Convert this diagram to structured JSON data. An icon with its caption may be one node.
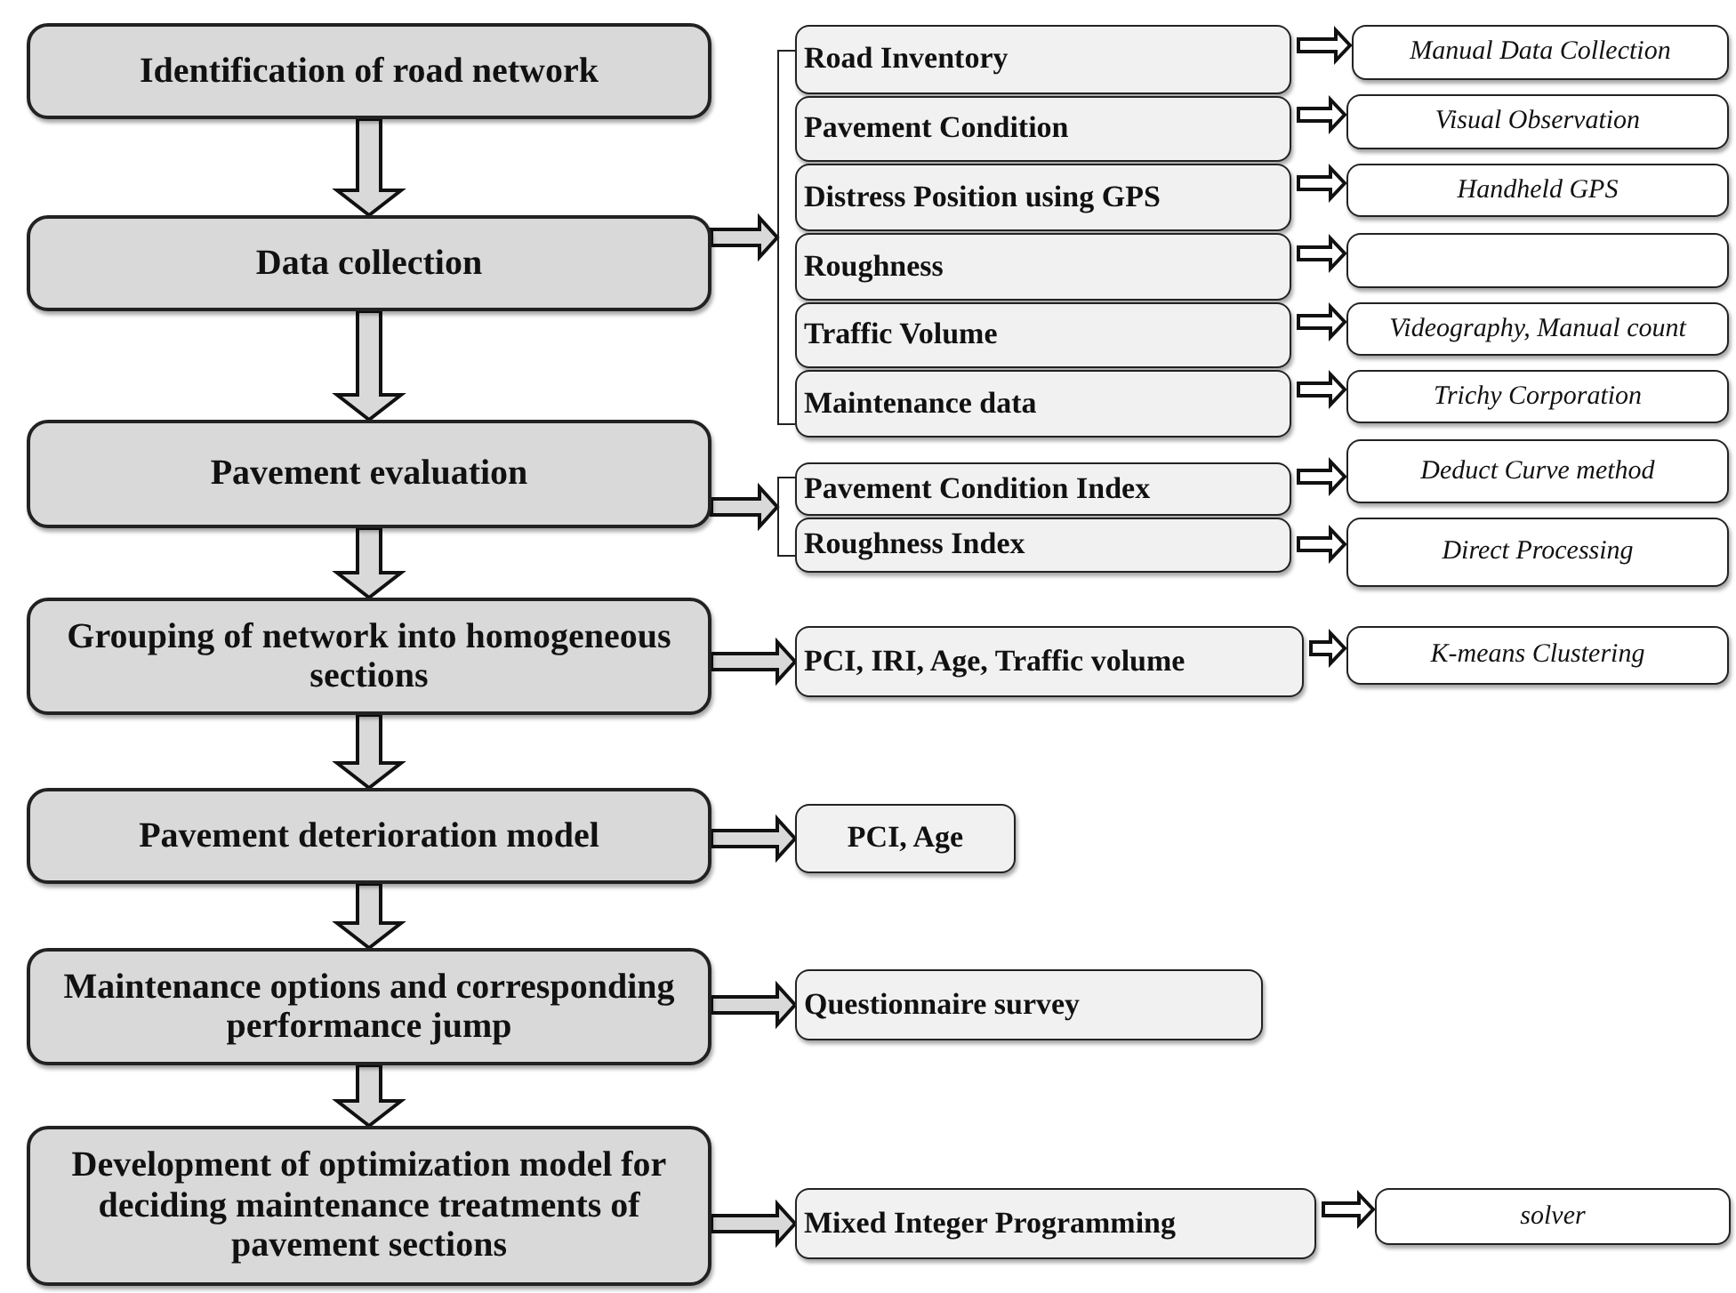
{
  "diagram": {
    "nodes": [
      {
        "text": [
          "Identification of road network"
        ]
      },
      {
        "text": [
          "Data collection"
        ]
      },
      {
        "text": [
          "Pavement evaluation"
        ]
      },
      {
        "text": [
          "Grouping of network into homogeneous sections"
        ]
      },
      {
        "text": [
          "Pavement deterioration model"
        ]
      },
      {
        "text": [
          "Maintenance options and corresponding performance jump"
        ]
      },
      {
        "text": [
          "Development of optimization model for deciding maintenance treatments of pavement sections"
        ]
      },
      {
        "text": [
          "Road Inventory"
        ]
      },
      {
        "text": [
          "Pavement Condition"
        ]
      },
      {
        "text": [
          "Distress Position using GPS"
        ]
      },
      {
        "text": [
          "Roughness"
        ]
      },
      {
        "text": [
          "Traffic Volume"
        ]
      },
      {
        "text": [
          "Maintenance data"
        ]
      },
      {
        "text": [
          "Manual Data Collection"
        ]
      },
      {
        "text": [
          "Visual Observation"
        ]
      },
      {
        "text": [
          "Handheld GPS"
        ]
      },
      {
        "text": [],
        "shape": "box"
      },
      {
        "text": [
          "Videography, Manual count"
        ]
      },
      {
        "text": [
          "Trichy Corporation"
        ]
      },
      {
        "text": [
          "Pavement Condition Index"
        ]
      },
      {
        "text": [
          "Roughness Index"
        ]
      },
      {
        "text": [
          "Deduct Curve method"
        ]
      },
      {
        "text": [
          "Direct Processing"
        ]
      },
      {
        "text": [
          "PCI, IRI, Age, Traffic volume"
        ]
      },
      {
        "text": [
          "K-means Clustering"
        ]
      },
      {
        "text": [
          "PCI, Age"
        ]
      },
      {
        "text": [
          "Questionnaire survey"
        ]
      },
      {
        "text": [
          "Mixed Integer Programming"
        ]
      },
      {
        "text": [
          "solver"
        ]
      },
      {
        "text": [],
        "shape": "bracket"
      },
      {
        "text": [],
        "shape": "bracket"
      }
    ],
    "edges": [
      {
        "from": 0,
        "to": 1,
        "arrow": "to"
      },
      {
        "from": 1,
        "to": 2,
        "arrow": "to"
      },
      {
        "from": 2,
        "to": 3,
        "arrow": "to"
      },
      {
        "from": 3,
        "to": 4,
        "arrow": "to"
      },
      {
        "from": 4,
        "to": 5,
        "arrow": "to"
      },
      {
        "from": 5,
        "to": 6,
        "arrow": "to"
      },
      {
        "from": 1,
        "to": 29,
        "arrow": "to"
      },
      {
        "from": 2,
        "to": 30,
        "arrow": "to"
      },
      {
        "from": 3,
        "to": 23,
        "arrow": "to"
      },
      {
        "from": 4,
        "to": 25,
        "arrow": "to"
      },
      {
        "from": 5,
        "to": 26,
        "arrow": "to"
      },
      {
        "from": 6,
        "to": 27,
        "arrow": "to"
      },
      {
        "from": 7,
        "to": 13,
        "arrow": "to"
      },
      {
        "from": 8,
        "to": 14,
        "arrow": "to"
      },
      {
        "from": 9,
        "to": 15,
        "arrow": "to"
      },
      {
        "from": 10,
        "to": 16,
        "arrow": "to"
      },
      {
        "from": 11,
        "to": 17,
        "arrow": "to"
      },
      {
        "from": 12,
        "to": 18,
        "arrow": "to"
      },
      {
        "from": 19,
        "to": 21,
        "arrow": "to"
      },
      {
        "from": 20,
        "to": 22,
        "arrow": "to"
      },
      {
        "from": 23,
        "to": 24,
        "arrow": "to"
      },
      {
        "from": 27,
        "to": 28,
        "arrow": "to"
      }
    ]
  }
}
